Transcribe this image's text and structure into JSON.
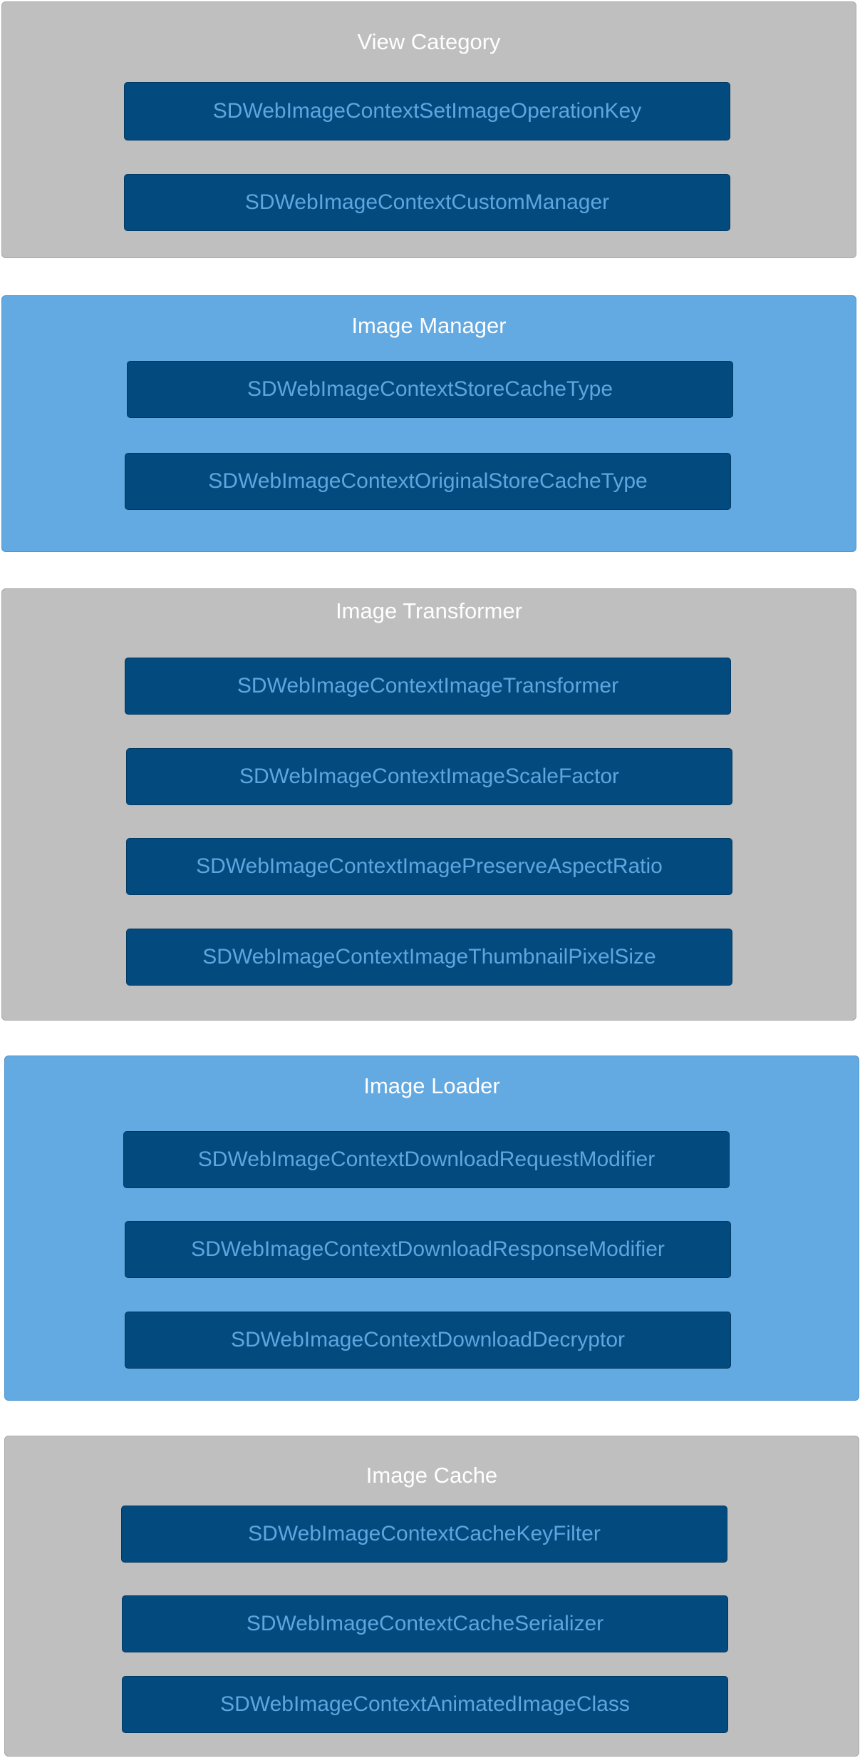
{
  "groups": [
    {
      "title": "View Category",
      "color": "#bfbfbf",
      "keys": [
        "SDWebImageContextSetImageOperationKey",
        "SDWebImageContextCustomManager"
      ]
    },
    {
      "title": "Image Manager",
      "color": "#63a9e2",
      "keys": [
        "SDWebImageContextStoreCacheType",
        "SDWebImageContextOriginalStoreCacheType"
      ]
    },
    {
      "title": "Image Transformer",
      "color": "#bfbfbf",
      "keys": [
        "SDWebImageContextImageTransformer",
        "SDWebImageContextImageScaleFactor",
        "SDWebImageContextImagePreserveAspectRatio",
        "SDWebImageContextImageThumbnailPixelSize"
      ]
    },
    {
      "title": "Image Loader",
      "color": "#63a9e2",
      "keys": [
        "SDWebImageContextDownloadRequestModifier",
        "SDWebImageContextDownloadResponseModifier",
        "SDWebImageContextDownloadDecryptor"
      ]
    },
    {
      "title": "Image Cache",
      "color": "#bfbfbf",
      "keys": [
        "SDWebImageContextCacheKeyFilter",
        "SDWebImageContextCacheSerializer",
        "SDWebImageContextAnimatedImageClass"
      ]
    }
  ],
  "colors": {
    "key_box": "#034a7f",
    "key_text": "#5fa6df",
    "title_text": "#ffffff"
  }
}
